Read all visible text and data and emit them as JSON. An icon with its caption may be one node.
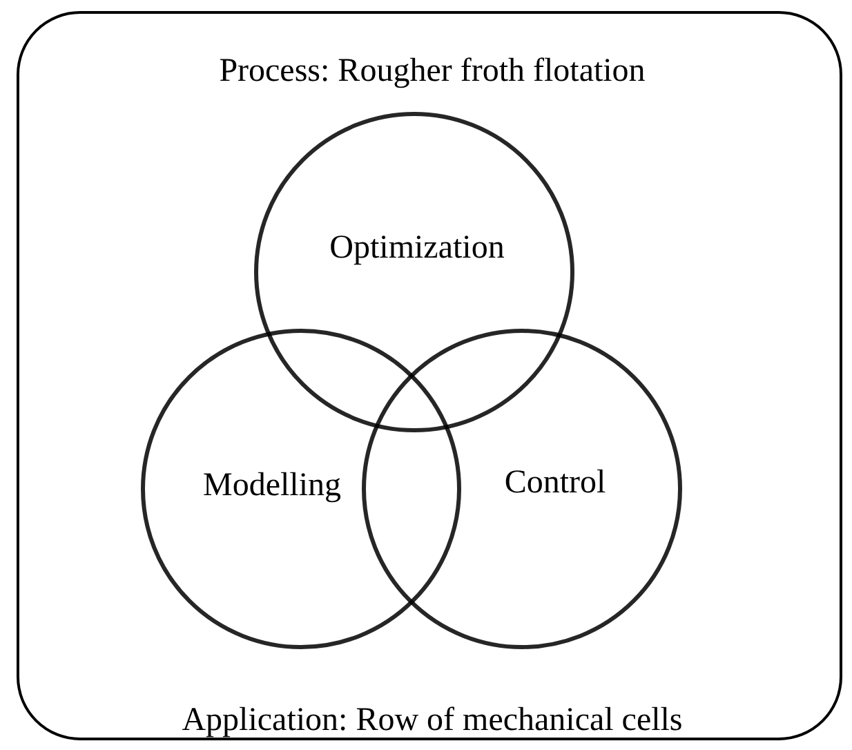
{
  "diagram": {
    "nodes": [
      {
        "text": [
          "Process: Rougher froth flotation",
          "Application: Row of mechanical cells"
        ]
      },
      {
        "text": [
          "Optimization"
        ],
        "in": 0
      },
      {
        "text": [
          "Modelling"
        ],
        "in": 0
      },
      {
        "text": [
          "Control"
        ],
        "in": 0
      }
    ],
    "edges": []
  }
}
